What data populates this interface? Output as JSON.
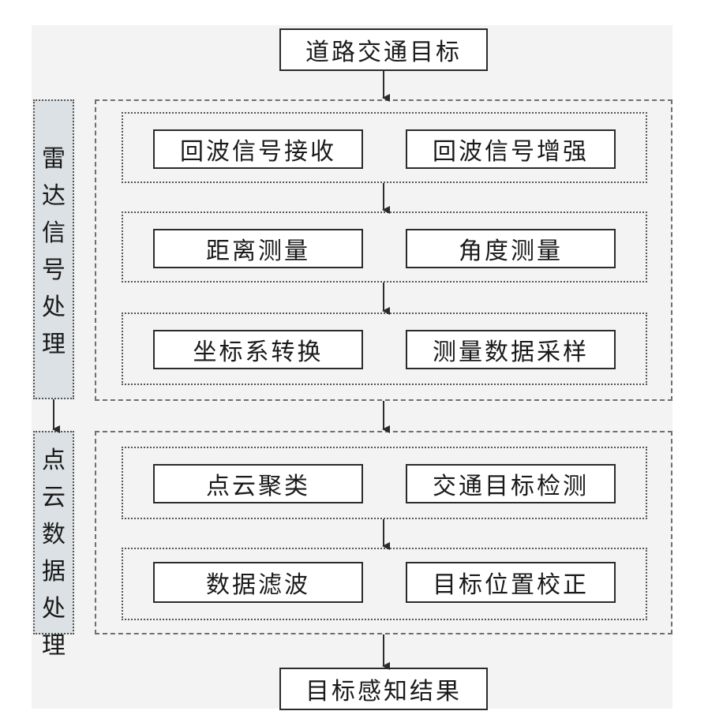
{
  "diagram": {
    "top": {
      "title": "道路交通目标"
    },
    "bottom": {
      "title": "目标感知结果"
    },
    "radar_section": {
      "label": "雷达信号处理",
      "rows": [
        [
          "回波信号接收",
          "回波信号增强"
        ],
        [
          "距离测量",
          "角度测量"
        ],
        [
          "坐标系转换",
          "测量数据采样"
        ]
      ]
    },
    "pointcloud_section": {
      "label": "点云数据处理",
      "rows": [
        [
          "点云聚类",
          "交通目标检测"
        ],
        [
          "数据滤波",
          "目标位置校正"
        ]
      ]
    }
  }
}
